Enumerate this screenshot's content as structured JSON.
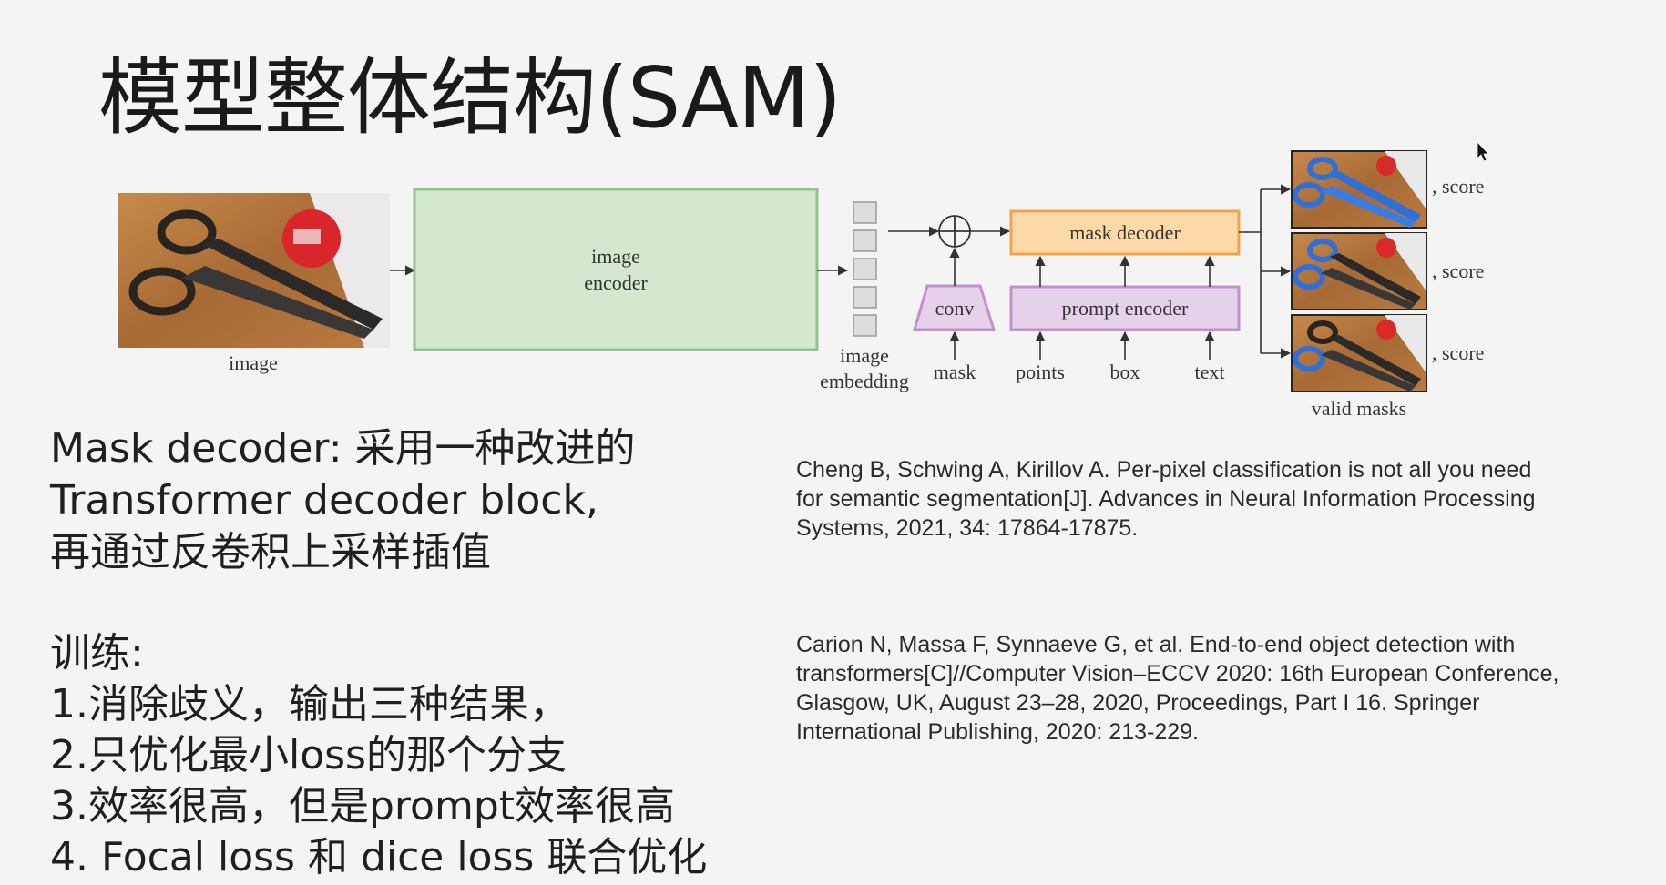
{
  "slide": {
    "title": "模型整体结构(SAM)"
  },
  "diagram": {
    "input_image_label": "image",
    "image_encoder_label_line1": "image",
    "image_encoder_label_line2": "encoder",
    "embedding_label_line1": "image",
    "embedding_label_line2": "embedding",
    "conv_label": "conv",
    "mask_input_label": "mask",
    "mask_decoder_label": "mask decoder",
    "prompt_encoder_label": "prompt encoder",
    "prompt_inputs": [
      "points",
      "box",
      "text"
    ],
    "score_labels": [
      ", score",
      ", score",
      ", score"
    ],
    "valid_masks_label": "valid masks",
    "colors": {
      "encoder_fill": "#d4e8cf",
      "encoder_stroke": "#8ec48a",
      "decoder_fill": "#fcd9a6",
      "decoder_stroke": "#f0a34b",
      "prompt_fill": "#e6d1ea",
      "prompt_stroke": "#c38fcc",
      "mask_blue": "#2f6fd8"
    }
  },
  "mask_decoder_text": {
    "line1": "Mask decoder: 采用一种改进的",
    "line2": "Transformer decoder block,",
    "line3": "再通过反卷积上采样插值"
  },
  "training_text": {
    "heading": "训练:",
    "items": [
      "1.消除歧义，输出三种结果，",
      "2.只优化最小loss的那个分支",
      "3.效率很高，但是prompt效率很高",
      "4. Focal loss 和 dice loss 联合优化"
    ]
  },
  "references": [
    {
      "line1": "Cheng B, Schwing A, Kirillov A. Per-pixel classification is not all you need",
      "line2": "for semantic segmentation[J]. Advances in Neural Information Processing",
      "line3": "Systems, 2021, 34: 17864-17875."
    },
    {
      "line1": "Carion N, Massa F, Synnaeve G, et al. End-to-end object detection with",
      "line2": "transformers[C]//Computer Vision–ECCV 2020: 16th European Conference,",
      "line3": "Glasgow, UK, August 23–28, 2020, Proceedings, Part I 16. Springer",
      "line4": "International Publishing, 2020: 213-229."
    }
  ]
}
